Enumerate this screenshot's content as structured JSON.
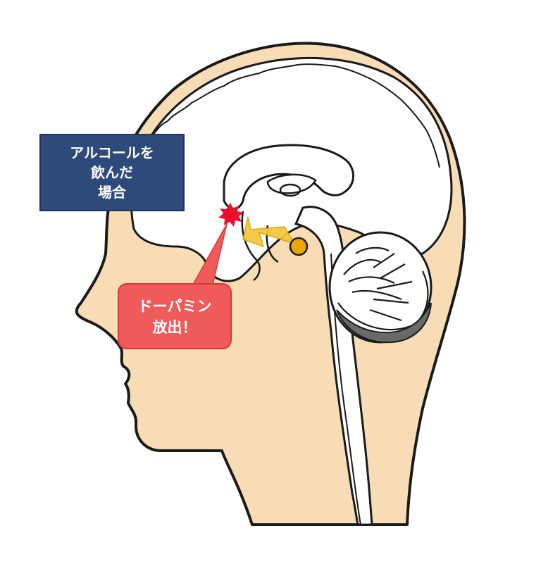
{
  "colors": {
    "skin": "#f8dcb6",
    "brain": "#ffffff",
    "outline": "#1a1a1a",
    "label_box": "#2e4a7a",
    "callout": "#f05a5a",
    "arrow": "#f5c53a",
    "burst": "#e8102a",
    "vta_dot": "#e8a800"
  },
  "label": {
    "line1": "アルコールを",
    "line2": "飲んだ",
    "line3": "場合"
  },
  "callout": {
    "line1": "ドーパミン",
    "line2": "放出！"
  }
}
